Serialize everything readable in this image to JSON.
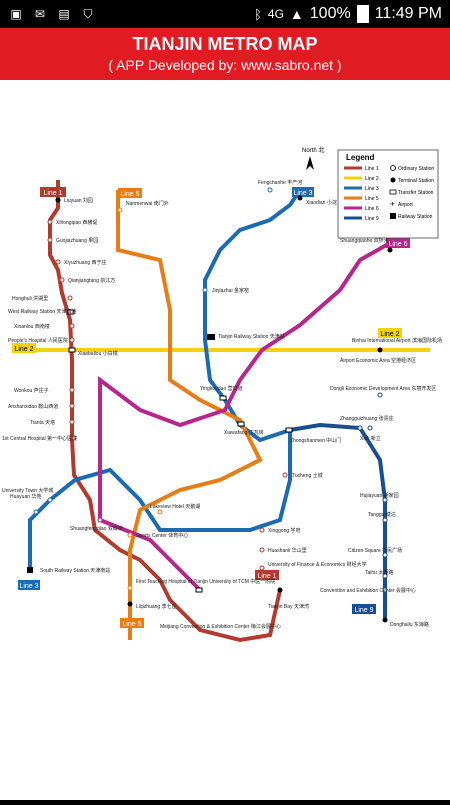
{
  "status": {
    "battery": "100%",
    "time": "11:49 PM",
    "network": "4G"
  },
  "header": {
    "title": "TIANJIN METRO MAP",
    "subtitle": "( APP Developed by: www.sabro.net )"
  },
  "legend": {
    "title": "Legend",
    "lines": [
      "Line 1",
      "Line 2",
      "Line 3",
      "Line 5",
      "Line 6",
      "Line 9"
    ],
    "station_types": [
      "Ordinary Station",
      "Terminal Station",
      "Transfer Station",
      "Airport",
      "Railway Station"
    ]
  },
  "badges": {
    "line1_top": "Line 1",
    "line5_top": "Line 5",
    "line3_top": "Line 3",
    "line6_right": "Line 6",
    "line2_left": "Line 2",
    "line2_right": "Line 2",
    "line3_bottom": "Line 3",
    "line1_bottom": "Line 1",
    "line5_bottom": "Line 5",
    "line9_bottom": "Line 9"
  },
  "stations": {
    "liuyuan": "Liuyuan 刘园",
    "xihongqiao": "Xihongqiao 西横堤",
    "guojiaofang": "Guojiazhuang 果园",
    "xiyuzhuang": "Xiyuzhuang 西于庄",
    "qianhuangfang": "Qianjiangfang 前江方",
    "honghuli": "Honghuli 洪湖里",
    "west_railway": "West Railway Station 天津西站",
    "xinanlou": "Xinanlou 西南楼",
    "peoples_hospital": "People's Hospital 人民医院",
    "xiaobailou": "Xiaobailou 小白楼",
    "wonkou": "Wonkou 芦庄子",
    "anshanxidao": "Anshanxidao 鞍山西道",
    "tianta": "Tianta 天塔",
    "no1_hospital": "1st Central Hospital 第一中心医院",
    "huayuan": "Huayuan 华苑",
    "university_town": "University Town 大学城",
    "shuangfeng": "Shuangfengqiao 双峰桥",
    "south_railway": "South Railway Station 天津南站",
    "fengchanhe": "Fengchanhe 丰产河",
    "xiaodian": "Xiaodian 小淀",
    "zhangguizhuang": "Zhangguizhuang 张贵庄",
    "jinjiazhai": "Jinjiazhai 金家窑",
    "tianjin_railway": "Tianjin Railway Station 天津站",
    "yingkoudao": "Yingkoudao 营口道",
    "xiawafang": "Xiawafang 下瓦房",
    "tucheng": "Tucheng 土城",
    "huashanli": "Huashanli 华山里",
    "dongli": "Dongli Economic Development Area 东丽开发区",
    "airport_area": "Airport Economic Area 空港经济区",
    "binhai_airport": "Binhai International Airport 滨海国际机场",
    "shuangqiaohe": "Shuangqiaohe 双桥河",
    "nankou": "Nanmenwai 南门外",
    "lakeview": "Lakeview Hotel 天鹅湖",
    "sports_center": "Sports Center 体育中心",
    "tianjin_bay": "Tianjin Bay 天津湾",
    "first_hospital": "First Teaching Hospital of Tianjin University of TCM 中医一附院",
    "meijiang": "Meijiang Convention & Exhibition Center 梅江会展中心",
    "lujiazui": "Liqizhuang 李七庄",
    "donghailu": "Donghailu 东海路",
    "convention": "Convention and Exhibition Center 会展中心",
    "taihu": "Taihu 太湖路",
    "citizen_square": "Citizen Square 市民广场",
    "tanggu": "Tanggu 塘沽",
    "hujiayuan": "Hujiayuan 胡家园",
    "xinli": "Xinli 新立",
    "zhongshanmen": "Zhongshanmen 中山门",
    "university_finance": "University of Finance & Economics 财经大学",
    "xinggong": "Xinggong 学府"
  },
  "north_label": "North 北"
}
